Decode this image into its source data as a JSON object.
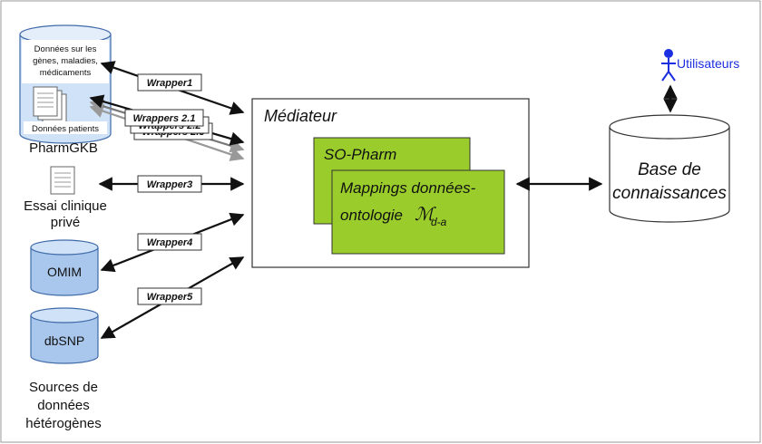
{
  "sources": {
    "pharmgkb_db_text": [
      "Données sur les",
      "gènes, maladies,",
      "médicaments"
    ],
    "patients_label": "Données patients",
    "pharmgkb_label": "PharmGKB",
    "essai_label": [
      "Essai clinique",
      "privé"
    ],
    "omim_label": "OMIM",
    "dbsnp_label": "dbSNP",
    "footer": [
      "Sources de",
      "données",
      "hétérogènes"
    ]
  },
  "wrappers": {
    "w1": "Wrapper1",
    "w2_front": "Wrappers 2.1",
    "w2_back1": "Wrappers 2.2",
    "w2_back2": "Wrappers 2.3",
    "w3": "Wrapper3",
    "w4": "Wrapper4",
    "w5": "Wrapper5"
  },
  "mediator": {
    "title": "Médiateur",
    "so_pharm": "SO-Pharm",
    "mappings_line1": "Mappings données-",
    "mappings_line2": "ontologie",
    "mappings_symbol": "ℳ",
    "mappings_subscript": "d-a"
  },
  "knowledge_base": {
    "line1": "Base de",
    "line2": "connaissances"
  },
  "user": {
    "label": "Utilisateurs"
  },
  "colors": {
    "db_fill": "#a9c7ec",
    "db_stroke": "#3f6aa8",
    "green": "#9acd2c",
    "user_blue": "#1c2fe0"
  }
}
